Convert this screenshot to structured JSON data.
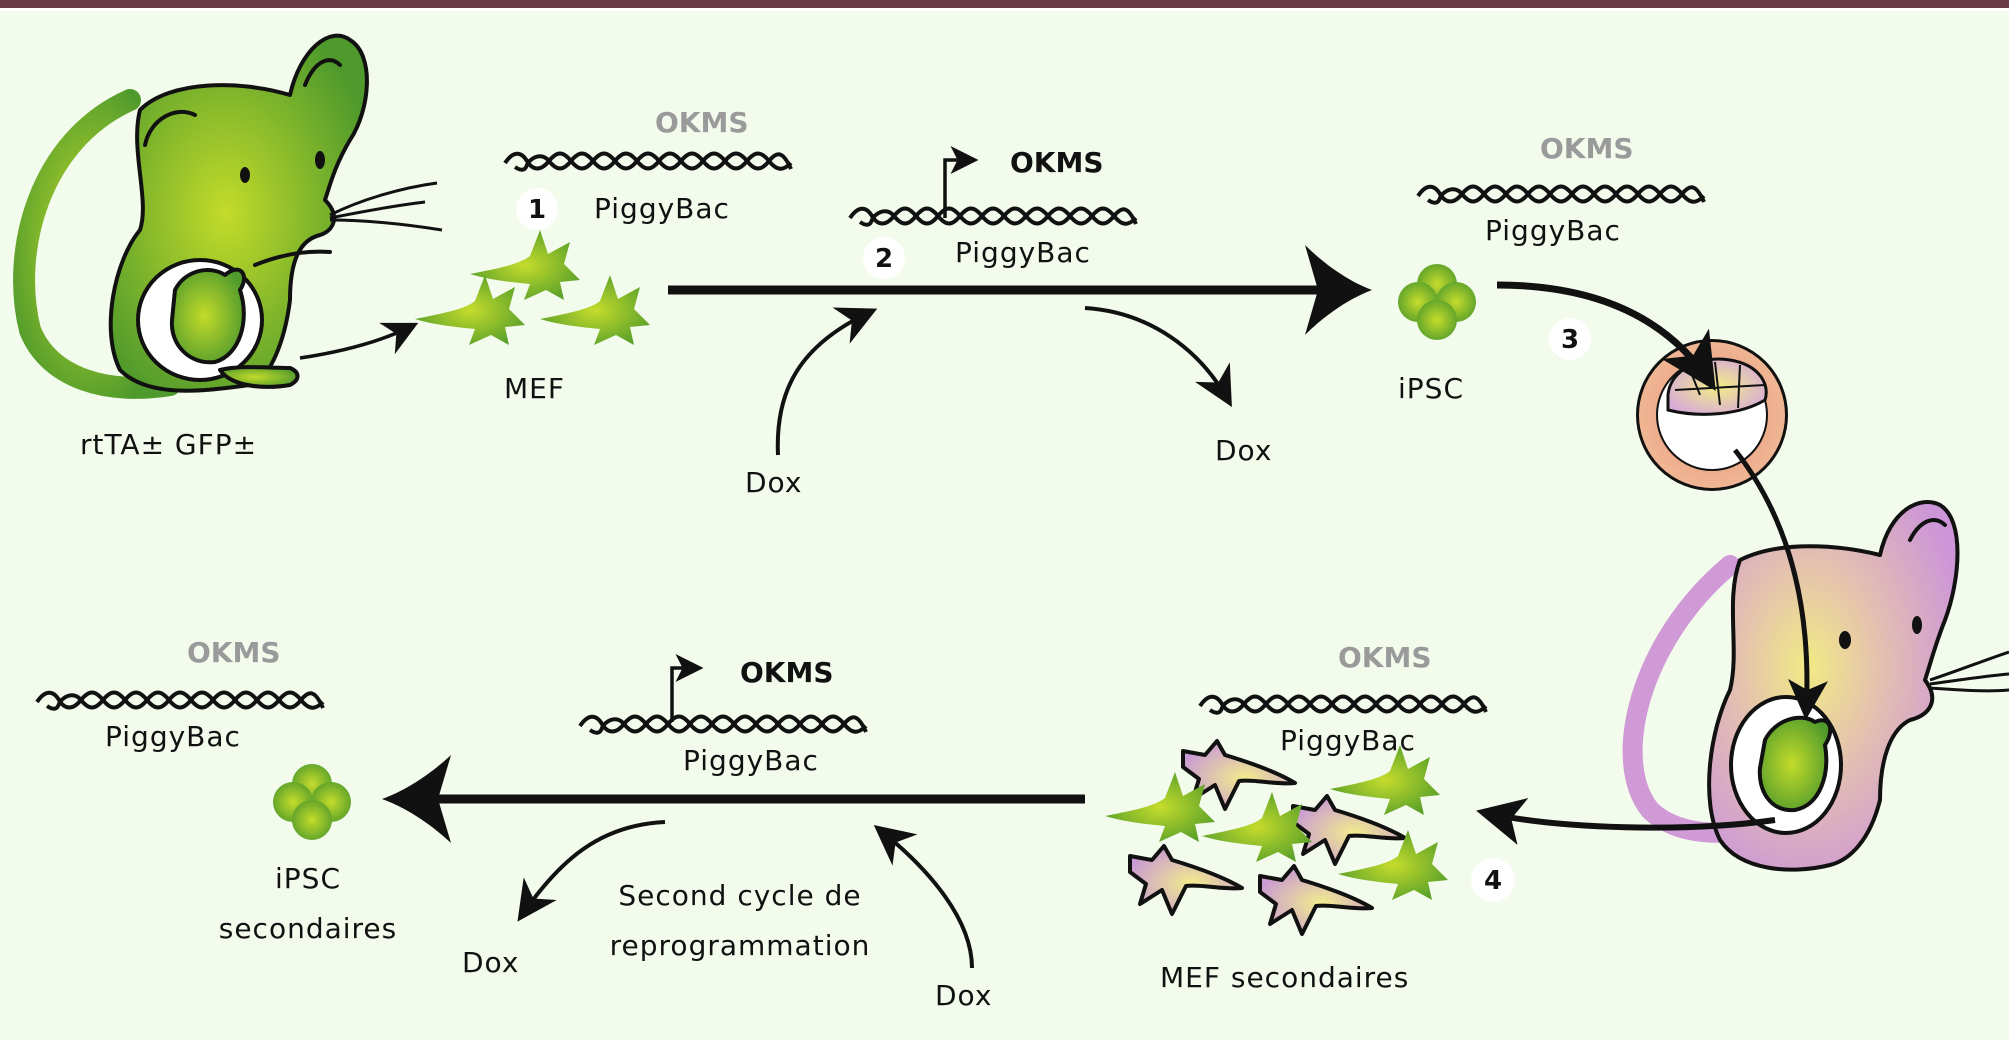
{
  "figure": {
    "header_bar_color": "#6b3a48",
    "background_color": "#f3fbec",
    "colors": {
      "gfp_green": "#5aa22b",
      "gfp_green_light": "#bcd82a",
      "chimera_pink": "#cf9ad6",
      "chimera_yellow": "#eee58a",
      "trophectoderm": "#e7977a",
      "okms_inactive": "#9a9a9a",
      "okms_active": "#111111"
    }
  },
  "step1": {
    "badge": "1",
    "okms": "OKMS",
    "vector": "PiggyBac",
    "donor_mouse_label": "rtTA± GFP±",
    "cells_label": "MEF"
  },
  "step2": {
    "badge": "2",
    "okms": "OKMS",
    "vector": "PiggyBac",
    "dox_in": "Dox",
    "dox_out": "Dox"
  },
  "step3": {
    "badge": "3",
    "okms": "OKMS",
    "vector": "PiggyBac",
    "cells_label": "iPSC"
  },
  "step4": {
    "badge": "4",
    "okms": "OKMS",
    "vector": "PiggyBac",
    "cells_label": "MEF secondaires"
  },
  "second_cycle": {
    "okms": "OKMS",
    "vector": "PiggyBac",
    "caption_line1": "Second cycle de",
    "caption_line2": "reprogrammation",
    "dox_in": "Dox",
    "dox_out": "Dox"
  },
  "secondary_ipsc": {
    "okms": "OKMS",
    "vector": "PiggyBac",
    "label_line1": "iPSC",
    "label_line2": "secondaires"
  }
}
